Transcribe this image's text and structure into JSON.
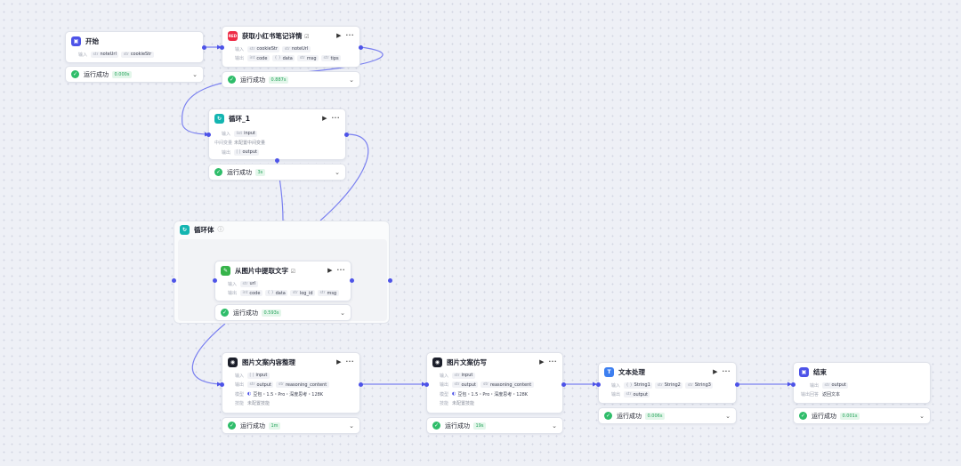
{
  "ui": {
    "run_icon": "▶",
    "more_icon": "···",
    "check_icon": "✓",
    "chevron": "⌄",
    "status_label": "运行成功",
    "colors": {
      "edge": "#7a80f0",
      "port": "#4d53e8",
      "success": "#2fbd6a"
    }
  },
  "nodes": {
    "start": {
      "title": "开始",
      "input_label": "输入",
      "inputs": [
        {
          "t": "str",
          "name": "noteUrl"
        },
        {
          "t": "str",
          "name": "cookieStr"
        }
      ],
      "time": "0.000s"
    },
    "xhs": {
      "title": "获取小红书笔记详情",
      "badge": "☑",
      "input_label": "输入",
      "output_label": "输出",
      "inputs": [
        {
          "t": "str",
          "name": "cookieStr"
        },
        {
          "t": "str",
          "name": "noteUrl"
        }
      ],
      "outputs": [
        {
          "t": "int",
          "name": "code"
        },
        {
          "t": "{ }",
          "name": "data"
        },
        {
          "t": "str",
          "name": "msg"
        },
        {
          "t": "str",
          "name": "tips"
        }
      ],
      "time": "0.887s"
    },
    "loop": {
      "title": "循环_1",
      "input_label": "输入",
      "var_label": "中间变量",
      "var_text": "未配置中间变量",
      "output_label": "输出",
      "input": {
        "t": "list",
        "name": "input"
      },
      "output": {
        "t": "[ ]",
        "name": "output"
      },
      "time": "3s"
    },
    "loop_body": {
      "title": "循环体",
      "info_icon": "ⓘ"
    },
    "ocr": {
      "title": "从图片中提取文字",
      "badge": "☑",
      "input_label": "输入",
      "output_label": "输出",
      "input": {
        "t": "str",
        "name": "url"
      },
      "outputs": [
        {
          "t": "int",
          "name": "code"
        },
        {
          "t": "{ }",
          "name": "data"
        },
        {
          "t": "str",
          "name": "log_id"
        },
        {
          "t": "str",
          "name": "msg"
        }
      ],
      "time": "0.593s"
    },
    "organize": {
      "title": "图片文案内容整理",
      "input_label": "输入",
      "output_label": "输出",
      "model_label": "模型",
      "skill_label": "技能",
      "input": {
        "t": "[ ]",
        "name": "input"
      },
      "outputs": [
        {
          "t": "str",
          "name": "output"
        },
        {
          "t": "str",
          "name": "reasoning_content"
        }
      ],
      "model": "豆包・1.5・Pro・深度思考・128K",
      "skill": "未配置技能",
      "time": "1m"
    },
    "rewrite": {
      "title": "图片文案仿写",
      "input_label": "输入",
      "output_label": "输出",
      "model_label": "模型",
      "skill_label": "技能",
      "input": {
        "t": "str",
        "name": "input"
      },
      "outputs": [
        {
          "t": "str",
          "name": "output"
        },
        {
          "t": "str",
          "name": "reasoning_content"
        }
      ],
      "model": "豆包・1.5・Pro・深度思考・128K",
      "skill": "未配置技能",
      "time": "19s"
    },
    "text": {
      "title": "文本处理",
      "input_label": "输入",
      "output_label": "输出",
      "inputs": [
        {
          "t": "{ }",
          "name": "String1"
        },
        {
          "t": "str",
          "name": "String2"
        },
        {
          "t": "str",
          "name": "String3"
        }
      ],
      "output": {
        "t": "str",
        "name": "output"
      },
      "time": "0.006s"
    },
    "end": {
      "title": "结束",
      "output_label": "输出",
      "output": {
        "t": "str",
        "name": "output"
      },
      "answer_label": "输出回答",
      "answer": "返回文本",
      "time": "0.001s"
    }
  }
}
